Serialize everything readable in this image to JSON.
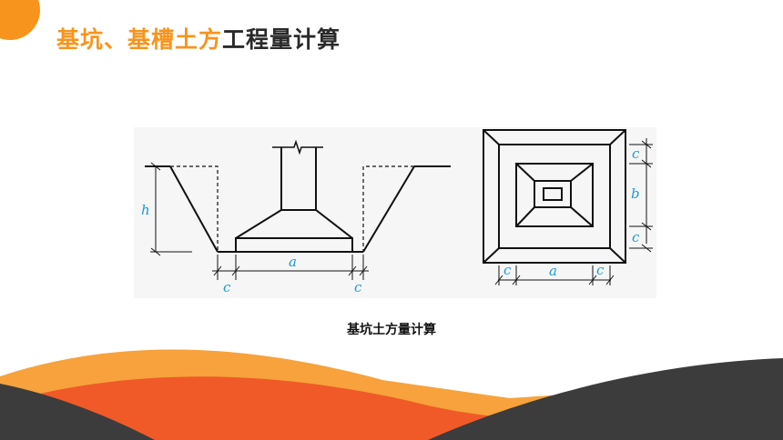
{
  "header": {
    "title_highlight": "基坑、基槽土方",
    "title_rest": "工程量计算"
  },
  "figure": {
    "caption": "基坑土方量计算",
    "section_labels": {
      "h": "h",
      "a": "a",
      "c_left": "c",
      "c_right": "c"
    },
    "plan_labels": {
      "c_bottom_left": "c",
      "a": "a",
      "c_bottom_right": "c",
      "c_top": "c",
      "b": "b",
      "c_side_bottom": "c"
    }
  },
  "colors": {
    "accent": "#f7941d",
    "title_dark": "#2a2a2a",
    "label_blue": "#1a9ad6",
    "wave_orange": "#f58220",
    "wave_dark": "#3c3c3c"
  }
}
